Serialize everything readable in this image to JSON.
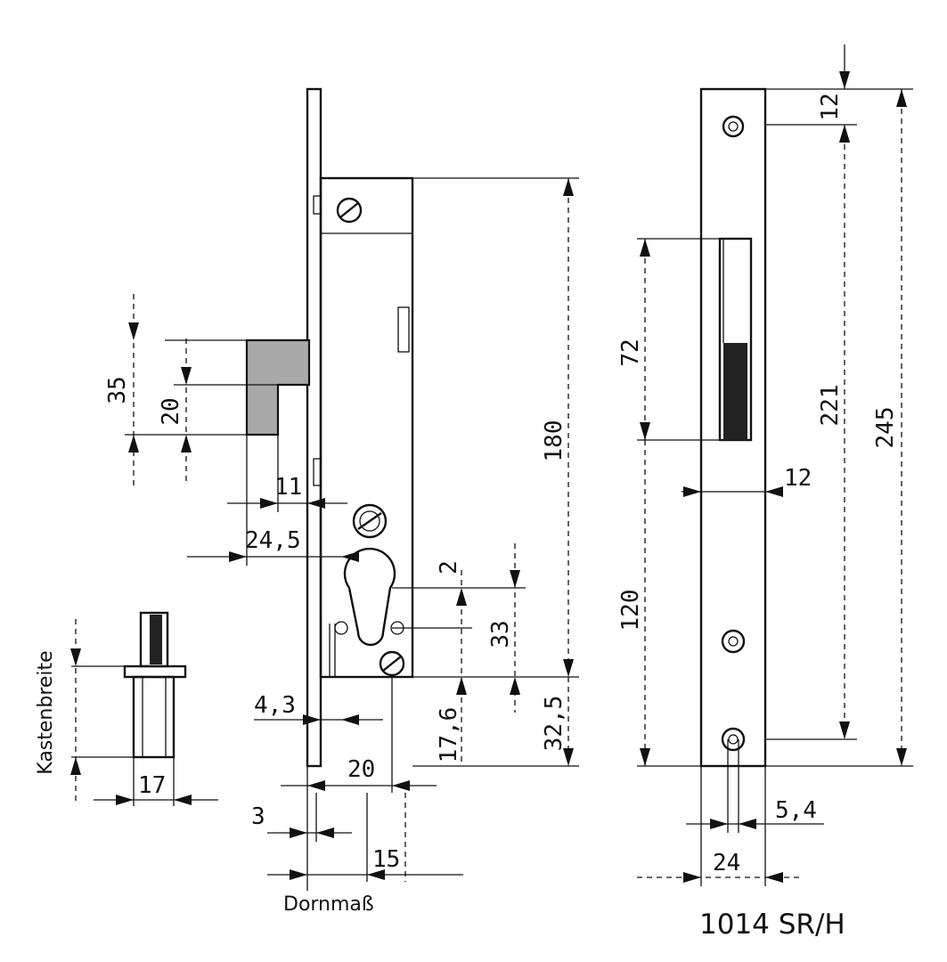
{
  "labels": {
    "d12_top": "12",
    "d72": "72",
    "d221": "221",
    "d245": "245",
    "d12_mid": "12",
    "d120": "120",
    "d5_4": "5,4",
    "d24": "24",
    "d35": "35",
    "d20_left": "20",
    "d11": "11",
    "d24_5": "24,5",
    "d180": "180",
    "d2": "2",
    "d33": "33",
    "d4_3": "4,3",
    "d17_6": "17,6",
    "d32_5": "32,5",
    "d20_bottom": "20",
    "d3": "3",
    "d15": "15",
    "d17": "17",
    "kastenbreite": "Kastenbreite",
    "dornmass": "Dornmaß",
    "model": "1014 SR/H"
  }
}
